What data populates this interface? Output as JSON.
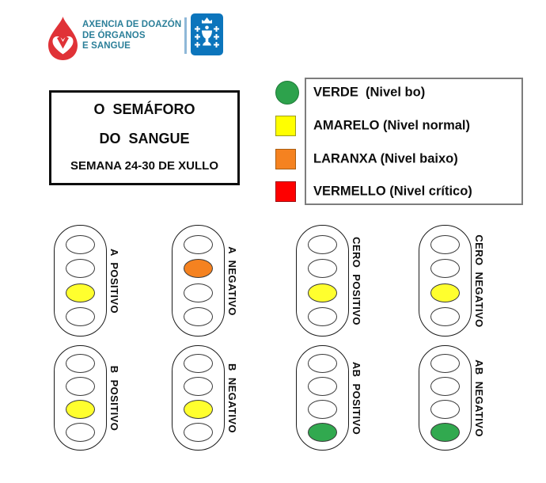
{
  "header": {
    "agency_lines": [
      "AXENCIA DE DOAZÓN",
      "DE ÓRGANOS",
      "E SANGUE"
    ],
    "colors": {
      "drop_red": "#e03237",
      "text_teal": "#2b7f99",
      "emblem_blue": "#0c75bc",
      "divider_blue": "#8fb8d8"
    }
  },
  "title_box": {
    "line1": "O  SEMÁFORO",
    "line2": "DO  SANGUE",
    "line3": "SEMANA 24-30 DE XULLO"
  },
  "legend": {
    "items": [
      {
        "name": "verde",
        "label": "VERDE  (Nivel bo)",
        "shape": "circle",
        "color": "#2da24c",
        "border": "#1d7a37"
      },
      {
        "name": "amarelo",
        "label": "AMARELO (Nivel normal)",
        "shape": "square",
        "color": "#ffff00",
        "border": "#9b9b20"
      },
      {
        "name": "laranxa",
        "label": "LARANXA (Nivel baixo)",
        "shape": "square",
        "color": "#f58220",
        "border": "#a85d12"
      },
      {
        "name": "vermello",
        "label": "VERMELLO (Nivel crítico)",
        "shape": "square",
        "color": "#fe0000",
        "border": "#9e0b0f"
      }
    ]
  },
  "traffic_lights": [
    {
      "name": "a-positivo",
      "label": "A  POSITIVO",
      "lights": [
        "white",
        "white",
        "yellow",
        "white"
      ]
    },
    {
      "name": "a-negativo",
      "label": "A  NEGATIVO",
      "lights": [
        "white",
        "orange",
        "white",
        "white"
      ]
    },
    {
      "name": "cero-positivo",
      "label": "CERO  POSITIVO",
      "lights": [
        "white",
        "white",
        "yellow",
        "white"
      ]
    },
    {
      "name": "cero-negativo",
      "label": "CERO  NEGATIVO",
      "lights": [
        "white",
        "white",
        "yellow",
        "white"
      ]
    },
    {
      "name": "b-positivo",
      "label": "B  POSITIVO",
      "lights": [
        "white",
        "white",
        "yellow",
        "white"
      ]
    },
    {
      "name": "b-negativo",
      "label": "B  NEGATIVO",
      "lights": [
        "white",
        "white",
        "yellow",
        "white"
      ]
    },
    {
      "name": "ab-positivo",
      "label": "AB  POSITIVO",
      "lights": [
        "white",
        "white",
        "white",
        "green"
      ]
    },
    {
      "name": "ab-negativo",
      "label": "AB  NEGATIVO",
      "lights": [
        "white",
        "white",
        "white",
        "green"
      ]
    }
  ],
  "light_colors": {
    "white": "#ffffff",
    "yellow": "#ffff2e",
    "orange": "#f58220",
    "green": "#31a94f"
  }
}
